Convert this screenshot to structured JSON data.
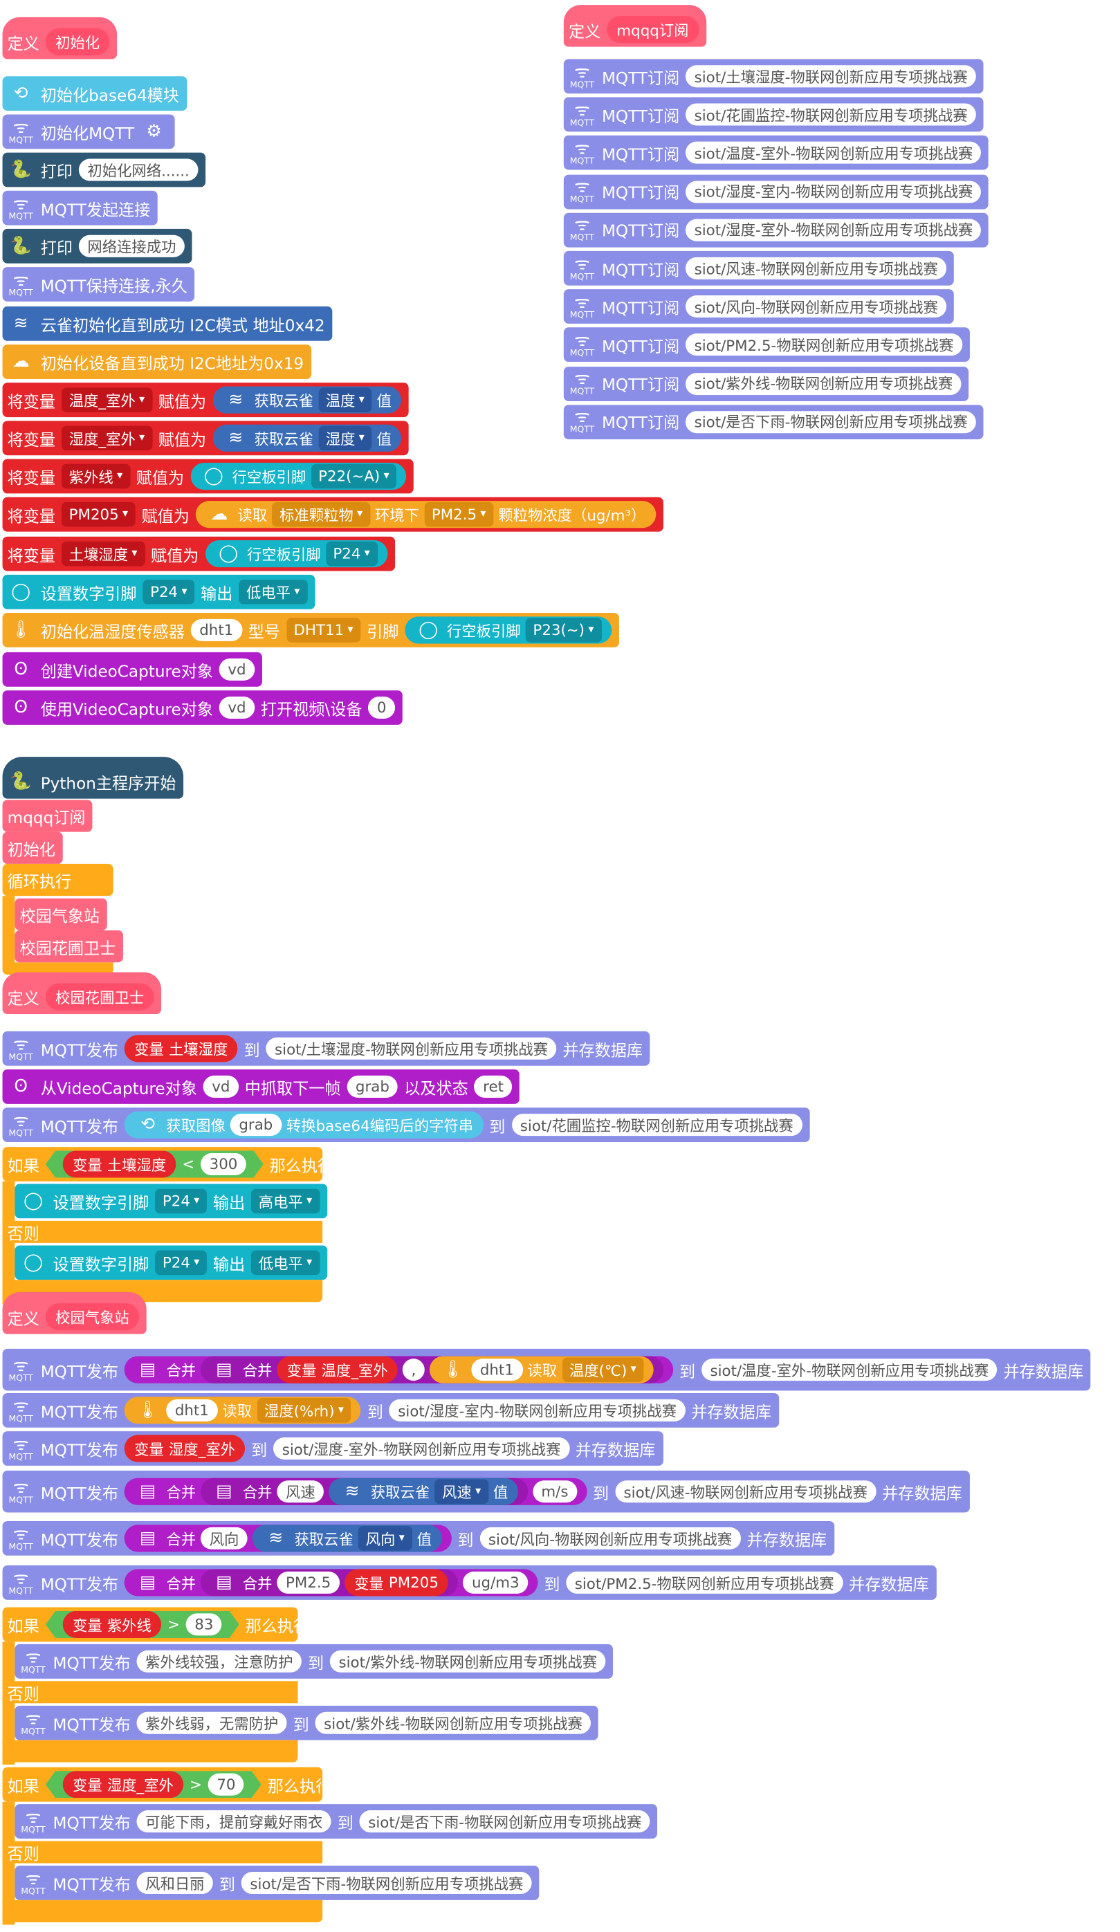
{
  "common": {
    "define": "定义",
    "set_var": "将变量",
    "assign": "赋值为",
    "get_yq": "获取云雀",
    "value": "值",
    "pin_block": "行空板引脚",
    "mqtt_pub": "MQTT发布",
    "mqtt_sub": "MQTT订阅",
    "to": "到",
    "save_db": "并存数据库",
    "merge": "合并",
    "variable": "变量",
    "if": "如果",
    "then": "那么执行",
    "else": "否则",
    "set_digital": "设置数字引脚",
    "output": "输出",
    "read": "读取",
    "high": "高电平",
    "low": "低电平"
  },
  "init": {
    "name": "初始化",
    "b64": "初始化base64模块",
    "mqtt_init": "初始化MQTT",
    "print": "打印",
    "print1": "初始化网络......",
    "connect": "MQTT发起连接",
    "print2": "网络连接成功",
    "keep": "MQTT保持连接,永久",
    "yq_init": "云雀初始化直到成功 I2C模式 地址0x42",
    "dev_init": "初始化设备直到成功 I2C地址为0x19",
    "v1": "温度_室外",
    "v1_field": "温度",
    "v2": "湿度_室外",
    "v2_field": "湿度",
    "v3": "紫外线",
    "v3_pin": "P22(~A)",
    "v4": "PM205",
    "v4_read": "读取",
    "v4_type": "标准颗粒物",
    "v4_env": "环境下",
    "v4_pm": "PM2.5",
    "v4_unit": "颗粒物浓度（ug/m³）",
    "v5": "土壤湿度",
    "v5_pin": "P24",
    "pin_p24": "P24",
    "dht_init": "初始化温湿度传感器",
    "dht": "dht1",
    "model_label": "型号",
    "model": "DHT11",
    "pin_label": "引脚",
    "dht_pin": "P23(~)",
    "vc_create": "创建VideoCapture对象",
    "vc": "vd",
    "vc_use": "使用VideoCapture对象",
    "vc_open": "打开视频\\设备",
    "vc_dev": "0"
  },
  "sub": {
    "name": "mqqq订阅",
    "topics": [
      "siot/土壤湿度-物联网创新应用专项挑战赛",
      "siot/花圃监控-物联网创新应用专项挑战赛",
      "siot/温度-室外-物联网创新应用专项挑战赛",
      "siot/湿度-室内-物联网创新应用专项挑战赛",
      "siot/湿度-室外-物联网创新应用专项挑战赛",
      "siot/风速-物联网创新应用专项挑战赛",
      "siot/风向-物联网创新应用专项挑战赛",
      "siot/PM2.5-物联网创新应用专项挑战赛",
      "siot/紫外线-物联网创新应用专项挑战赛",
      "siot/是否下雨-物联网创新应用专项挑战赛"
    ]
  },
  "main": {
    "start": "Python主程序开始",
    "call_sub": "mqqq订阅",
    "call_init": "初始化",
    "loop": "循环执行",
    "call_station": "校园气象站",
    "call_garden": "校园花圃卫士"
  },
  "garden": {
    "name": "校园花圃卫士",
    "soil": "土壤湿度",
    "t_soil": "siot/土壤湿度-物联网创新应用专项挑战赛",
    "grab_from": "从VideoCapture对象",
    "vc": "vd",
    "grab_mid": "中抓取下一帧",
    "grab": "grab",
    "grab_state": "以及状态",
    "ret": "ret",
    "get_img": "获取图像",
    "b64_str": "转换base64编码后的字符串",
    "t_cam": "siot/花圃监控-物联网创新应用专项挑战赛",
    "op": "<",
    "threshold": "300",
    "pin": "P24"
  },
  "station": {
    "name": "校园气象站",
    "temp_var": "温度_室外",
    "comma": ",",
    "dht": "dht1",
    "temp_field": "温度(℃)",
    "t_temp": "siot/温度-室外-物联网创新应用专项挑战赛",
    "hum_field": "湿度(%rh)",
    "t_hum_in": "siot/湿度-室内-物联网创新应用专项挑战赛",
    "hum_var": "湿度_室外",
    "t_hum_out": "siot/湿度-室外-物联网创新应用专项挑战赛",
    "ws_label": "风速",
    "ws_field": "风速",
    "ws_unit": "m/s",
    "t_ws": "siot/风速-物联网创新应用专项挑战赛",
    "wd_label": "风向",
    "wd_field": "风向",
    "t_wd": "siot/风向-物联网创新应用专项挑战赛",
    "pm_label": "PM2.5",
    "pm_var": "PM205",
    "pm_unit": "ug/m3",
    "t_pm": "siot/PM2.5-物联网创新应用专项挑战赛",
    "uv_var": "紫外线",
    "uv_op": ">",
    "uv_th": "83",
    "uv_high": "紫外线较强，注意防护",
    "t_uv": "siot/紫外线-物联网创新应用专项挑战赛",
    "uv_low": "紫外线弱，无需防护",
    "rain_var": "湿度_室外",
    "rain_op": ">",
    "rain_th": "70",
    "rain_yes": "可能下雨，提前穿戴好雨衣",
    "t_rain": "siot/是否下雨-物联网创新应用专项挑战赛",
    "rain_no": "风和日丽"
  },
  "colors": {
    "define": "#ff6680",
    "mqtt": "#8a8ee6",
    "python": "#2f5874",
    "base64": "#52c4e6",
    "yunque": "#3b6cb7",
    "device": "#f5a623",
    "variable": "#e5252a",
    "pin": "#14b5c9",
    "video": "#b01ec9",
    "control": "#ffab19"
  },
  "icons": [
    "wifi-icon",
    "python-icon",
    "loop-icon",
    "wind-icon",
    "cloud-icon",
    "chip-icon",
    "thermometer-icon",
    "camera-icon",
    "gear-icon",
    "merge-icon"
  ]
}
